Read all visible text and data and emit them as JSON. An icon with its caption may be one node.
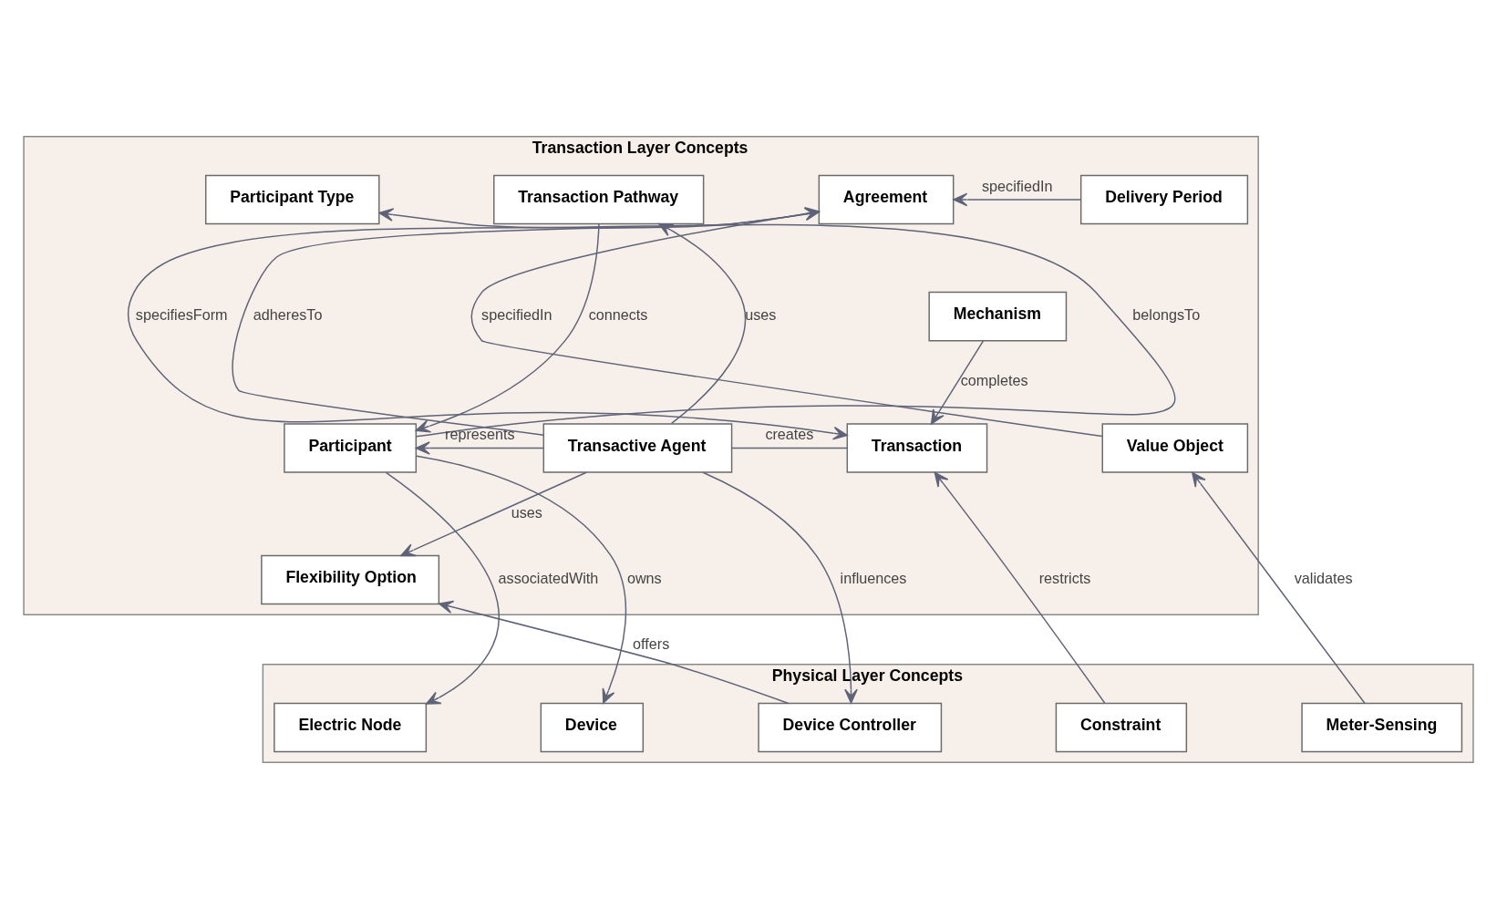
{
  "diagram": {
    "nodes": [
      {
        "text": [
          "Transaction Layer Concepts"
        ]
      },
      {
        "text": [
          "Participant Type"
        ],
        "in": 0
      },
      {
        "text": [
          "Transaction Pathway"
        ],
        "in": 0
      },
      {
        "text": [
          "Agreement"
        ],
        "in": 0
      },
      {
        "text": [
          "Delivery Period"
        ],
        "in": 0
      },
      {
        "text": [
          "Mechanism"
        ],
        "in": 0
      },
      {
        "text": [
          "Participant"
        ],
        "in": 0
      },
      {
        "text": [
          "Transactive Agent"
        ],
        "in": 0
      },
      {
        "text": [
          "Transaction"
        ],
        "in": 0
      },
      {
        "text": [
          "Value Object"
        ],
        "in": 0
      },
      {
        "text": [
          "Flexibility Option"
        ],
        "in": 0
      },
      {
        "text": [
          "Physical Layer Concepts"
        ]
      },
      {
        "text": [
          "Electric Node"
        ],
        "in": 11
      },
      {
        "text": [
          "Device"
        ],
        "in": 11
      },
      {
        "text": [
          "Device Controller"
        ],
        "in": 11
      },
      {
        "text": [
          "Constraint"
        ],
        "in": 11
      },
      {
        "text": [
          "Meter-Sensing"
        ],
        "in": 11
      }
    ],
    "edges": [
      {
        "from": 6,
        "to": 1,
        "arrow": "to",
        "label": "belongsTo"
      },
      {
        "from": 2,
        "to": 6,
        "arrow": "to",
        "label": "connects"
      },
      {
        "from": 7,
        "to": 2,
        "arrow": "to",
        "label": "uses"
      },
      {
        "from": 7,
        "to": 3,
        "arrow": "to",
        "label": "adheresTo"
      },
      {
        "from": 4,
        "to": 3,
        "arrow": "to",
        "label": "specifiedIn"
      },
      {
        "from": 3,
        "to": 8,
        "arrow": "to",
        "label": "specifiesForm"
      },
      {
        "from": 9,
        "to": 3,
        "arrow": "to",
        "label": "specifiedIn"
      },
      {
        "from": 5,
        "to": 8,
        "arrow": "to",
        "label": "completes"
      },
      {
        "from": 7,
        "to": 6,
        "arrow": "to",
        "label": "represents"
      },
      {
        "from": 7,
        "to": 8,
        "arrow": "none",
        "label": "creates"
      },
      {
        "from": 7,
        "to": 10,
        "arrow": "to",
        "label": "uses"
      },
      {
        "from": 6,
        "to": 12,
        "arrow": "to",
        "label": "associatedWith"
      },
      {
        "from": 6,
        "to": 13,
        "arrow": "to",
        "label": "owns"
      },
      {
        "from": 7,
        "to": 14,
        "arrow": "to",
        "label": "influences"
      },
      {
        "from": 14,
        "to": 10,
        "arrow": "to",
        "label": "offers"
      },
      {
        "from": 15,
        "to": 8,
        "arrow": "to",
        "label": "restricts"
      },
      {
        "from": 16,
        "to": 9,
        "arrow": "to",
        "label": "validates"
      }
    ]
  }
}
